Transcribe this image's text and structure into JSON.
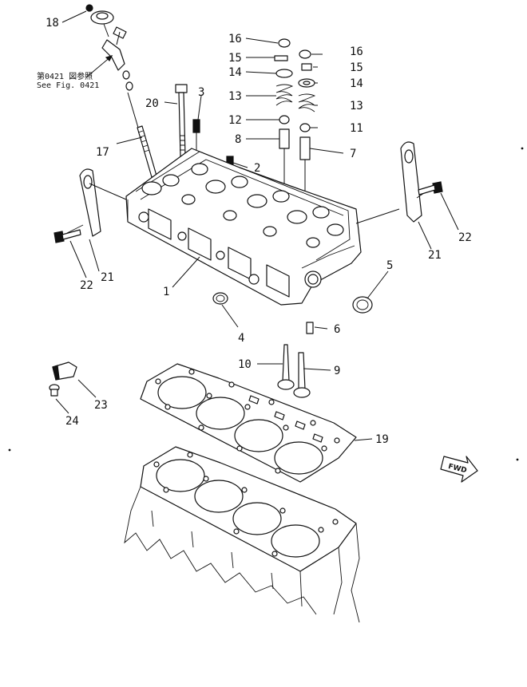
{
  "reference_note": {
    "line1": "第0421 図参照",
    "line2": "See Fig. 0421"
  },
  "fwd_label": "FWD",
  "callouts": {
    "c1": "1",
    "c2": "2",
    "c3": "3",
    "c4": "4",
    "c5": "5",
    "c6": "6",
    "c7": "7",
    "c8": "8",
    "c9": "9",
    "c10": "10",
    "c11": "11",
    "c12": "12",
    "c13_left": "13",
    "c13_right": "13",
    "c14_left": "14",
    "c14_right": "14",
    "c15_left": "15",
    "c15_right": "15",
    "c16_left": "16",
    "c16_right": "16",
    "c17": "17",
    "c18": "18",
    "c19": "19",
    "c20": "20",
    "c21_left": "21",
    "c21_right": "21",
    "c22_left": "22",
    "c22_right": "22",
    "c23": "23",
    "c24": "24"
  }
}
